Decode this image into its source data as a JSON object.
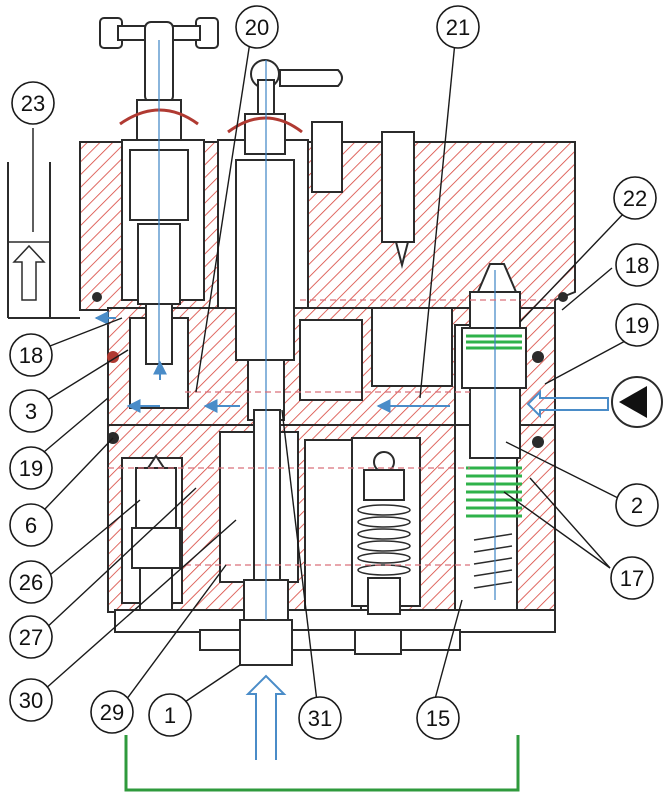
{
  "colors": {
    "hatch": "#d8433a",
    "outline": "#2b2b2b",
    "flow_arrow": "#4a8cc8",
    "center_line": "#3d84c4",
    "spring_green": "#2fb24a",
    "tank_green": "#2f9a3c",
    "seal": "#b03a32",
    "pressure_line": "#d9707a",
    "background": "#ffffff"
  },
  "callouts": [
    {
      "id": "c20",
      "label": "20"
    },
    {
      "id": "c21",
      "label": "21"
    },
    {
      "id": "c22",
      "label": "22"
    },
    {
      "id": "c23",
      "label": "23"
    },
    {
      "id": "c18a",
      "label": "18"
    },
    {
      "id": "c18b",
      "label": "18"
    },
    {
      "id": "c19a",
      "label": "19"
    },
    {
      "id": "c19b",
      "label": "19"
    },
    {
      "id": "c3",
      "label": "3"
    },
    {
      "id": "c6",
      "label": "6"
    },
    {
      "id": "c2",
      "label": "2"
    },
    {
      "id": "c17",
      "label": "17"
    },
    {
      "id": "c26",
      "label": "26"
    },
    {
      "id": "c27",
      "label": "27"
    },
    {
      "id": "c30",
      "label": "30"
    },
    {
      "id": "c29",
      "label": "29"
    },
    {
      "id": "c1",
      "label": "1"
    },
    {
      "id": "c31",
      "label": "31"
    },
    {
      "id": "c15",
      "label": "15"
    }
  ],
  "icons": {
    "pump_symbol": "pump-icon",
    "inlet_arrow": "flow-arrow-icon",
    "tank_arrow": "up-arrow-icon"
  }
}
